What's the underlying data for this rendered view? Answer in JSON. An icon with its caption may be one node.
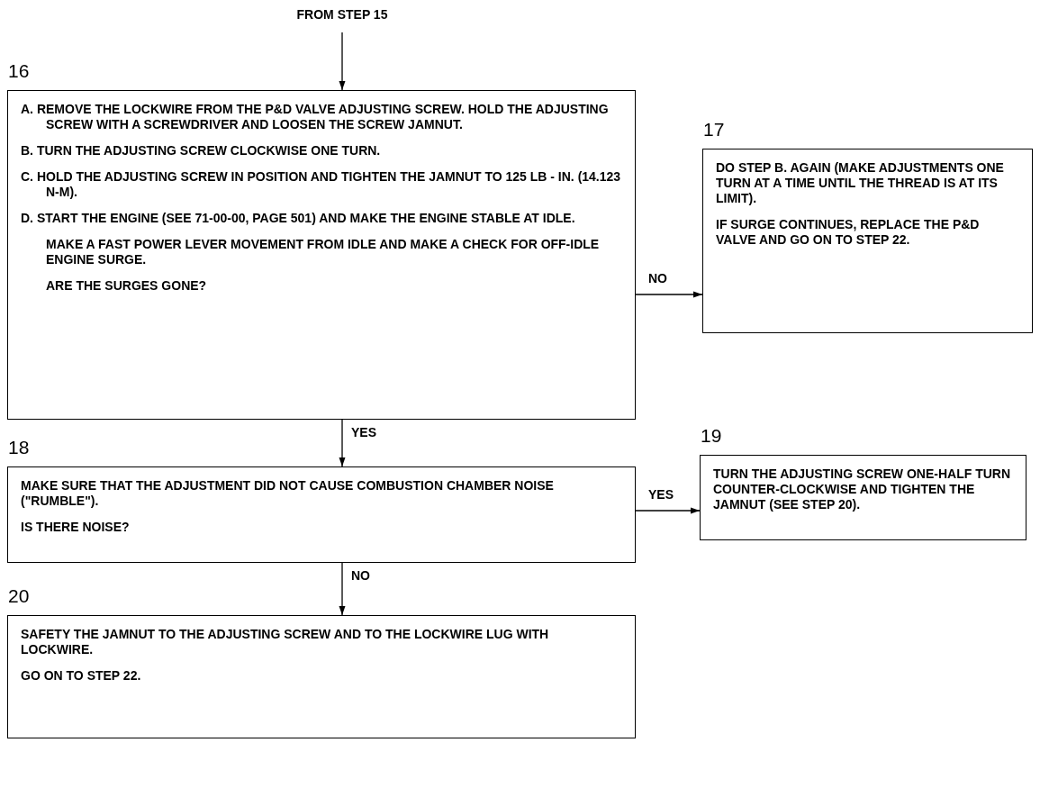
{
  "diagram": {
    "nodes": [
      {
        "text": [
          "FROM STEP 15"
        ]
      },
      {
        "text": [
          "16",
          "A. REMOVE THE LOCKWIRE FROM THE P&D VALVE ADJUSTING SCREW. HOLD THE ADJUSTING SCREW WITH A SCREWDRIVER AND LOOSEN THE SCREW JAMNUT.",
          "B. TURN THE ADJUSTING SCREW CLOCKWISE ONE TURN.",
          "C. HOLD THE ADJUSTING SCREW IN POSITION AND TIGHTEN THE JAMNUT TO 125 LB - IN. (14.123 N-M).",
          "D. START THE ENGINE (SEE 71-00-00, PAGE 501) AND MAKE THE ENGINE STABLE AT IDLE.",
          "MAKE A FAST POWER LEVER MOVEMENT FROM IDLE AND MAKE A CHECK FOR OFF-IDLE ENGINE SURGE.",
          "ARE THE SURGES GONE?"
        ]
      },
      {
        "text": [
          "17",
          "DO STEP B. AGAIN (MAKE ADJUSTMENTS ONE TURN AT A TIME UNTIL THE THREAD IS AT ITS LIMIT).",
          "IF SURGE CONTINUES, REPLACE THE P&D VALVE AND GO ON TO STEP 22."
        ]
      },
      {
        "text": [
          "18",
          "MAKE SURE THAT THE ADJUSTMENT DID NOT CAUSE COMBUSTION CHAMBER NOISE (\"RUMBLE\").",
          "IS THERE NOISE?"
        ]
      },
      {
        "text": [
          "19",
          "TURN THE ADJUSTING SCREW ONE-HALF TURN COUNTER-CLOCKWISE AND TIGHTEN THE JAMNUT (SEE STEP 20)."
        ]
      },
      {
        "text": [
          "20",
          "SAFETY THE JAMNUT TO THE ADJUSTING SCREW AND TO THE LOCKWIRE LUG WITH LOCKWIRE.",
          "GO ON TO STEP 22."
        ]
      }
    ],
    "edges": [
      {
        "from": 0,
        "to": 1,
        "arrow": "to"
      },
      {
        "from": 1,
        "to": 2,
        "arrow": "to",
        "label": "NO"
      },
      {
        "from": 1,
        "to": 3,
        "arrow": "to",
        "label": "YES"
      },
      {
        "from": 3,
        "to": 4,
        "arrow": "to",
        "label": "YES"
      },
      {
        "from": 3,
        "to": 5,
        "arrow": "to",
        "label": "NO"
      }
    ]
  }
}
